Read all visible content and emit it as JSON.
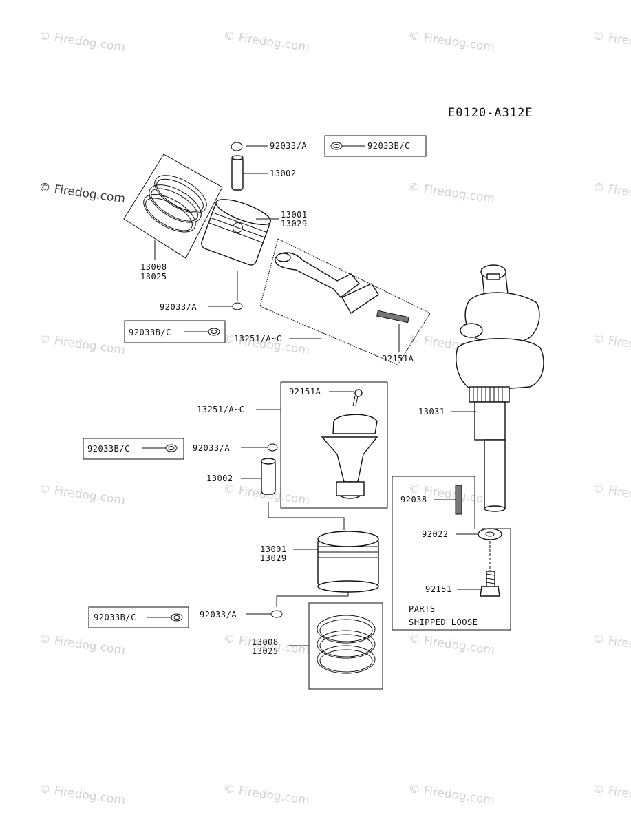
{
  "diagram_code": "E0120-A312E",
  "watermark": "© Firedog.com",
  "labels": {
    "clip_top": "92033/A",
    "clip_bc_top": "92033B/C",
    "pin_top": "13002",
    "piston_top_a": "13001",
    "piston_top_b": "13029",
    "rings_top_a": "13008",
    "rings_top_b": "13025",
    "clip_top_lower": "92033/A",
    "clip_bc_left": "92033B/C",
    "conrod_top": "13251/A~C",
    "bolt_top": "92151A",
    "bolt_mid": "92151A",
    "conrod_mid": "13251/A~C",
    "crank": "13031",
    "clip_bc_mid": "92033B/C",
    "clip_mid": "92033/A",
    "pin_mid": "13002",
    "key": "92038",
    "piston_mid_a": "13001",
    "piston_mid_b": "13029",
    "washer": "92022",
    "bolt_crank": "92151",
    "clip_bc_low": "92033B/C",
    "clip_low": "92033/A",
    "rings_low_a": "13008",
    "rings_low_b": "13025",
    "loose_1": "PARTS",
    "loose_2": "SHIPPED LOOSE"
  }
}
